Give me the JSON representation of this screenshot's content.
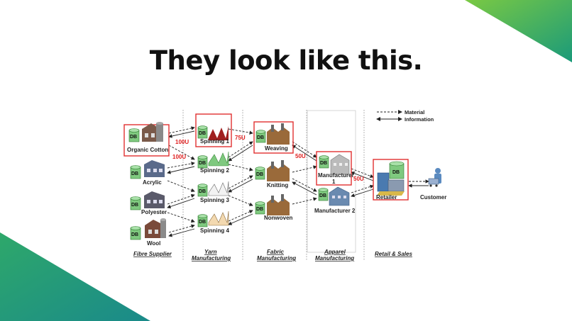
{
  "slide": {
    "title": "They look like this.",
    "accent_colors": [
      "#1a9a6a",
      "#7ac943",
      "#2e8b7a"
    ]
  },
  "diagram": {
    "db_label": "DB",
    "nodes": {
      "organic_cotton": "Organic Cotton",
      "acrylic": "Acrylic",
      "polyester": "Polyester",
      "wool": "Wool",
      "spinning1": "Spinning 1",
      "spinning2": "Spinning 2",
      "spinning3": "Spinning 3",
      "spinning4": "Spinning 4",
      "weaving": "Weaving",
      "knitting": "Knitting",
      "nonwoven": "Nonwoven",
      "manufacturer1_a": "Manufacturer",
      "manufacturer1_b": "1",
      "manufacturer2": "Manufacturer 2",
      "retailer": "Retailer",
      "customer": "Customer"
    },
    "quantities": [
      "100U",
      "100U",
      "75U",
      "50U",
      "50U"
    ],
    "stages": {
      "fibre": "Fibre Supplier",
      "yarn_a": "Yarn",
      "yarn_b": "Manufacturing",
      "fabric_a": "Fabric",
      "fabric_b": "Manufacturing",
      "apparel_a": "Apparel",
      "apparel_b": "Manufacturing",
      "retail": "Retail & Sales"
    },
    "legend": {
      "material": "Material",
      "information": "Information"
    }
  }
}
